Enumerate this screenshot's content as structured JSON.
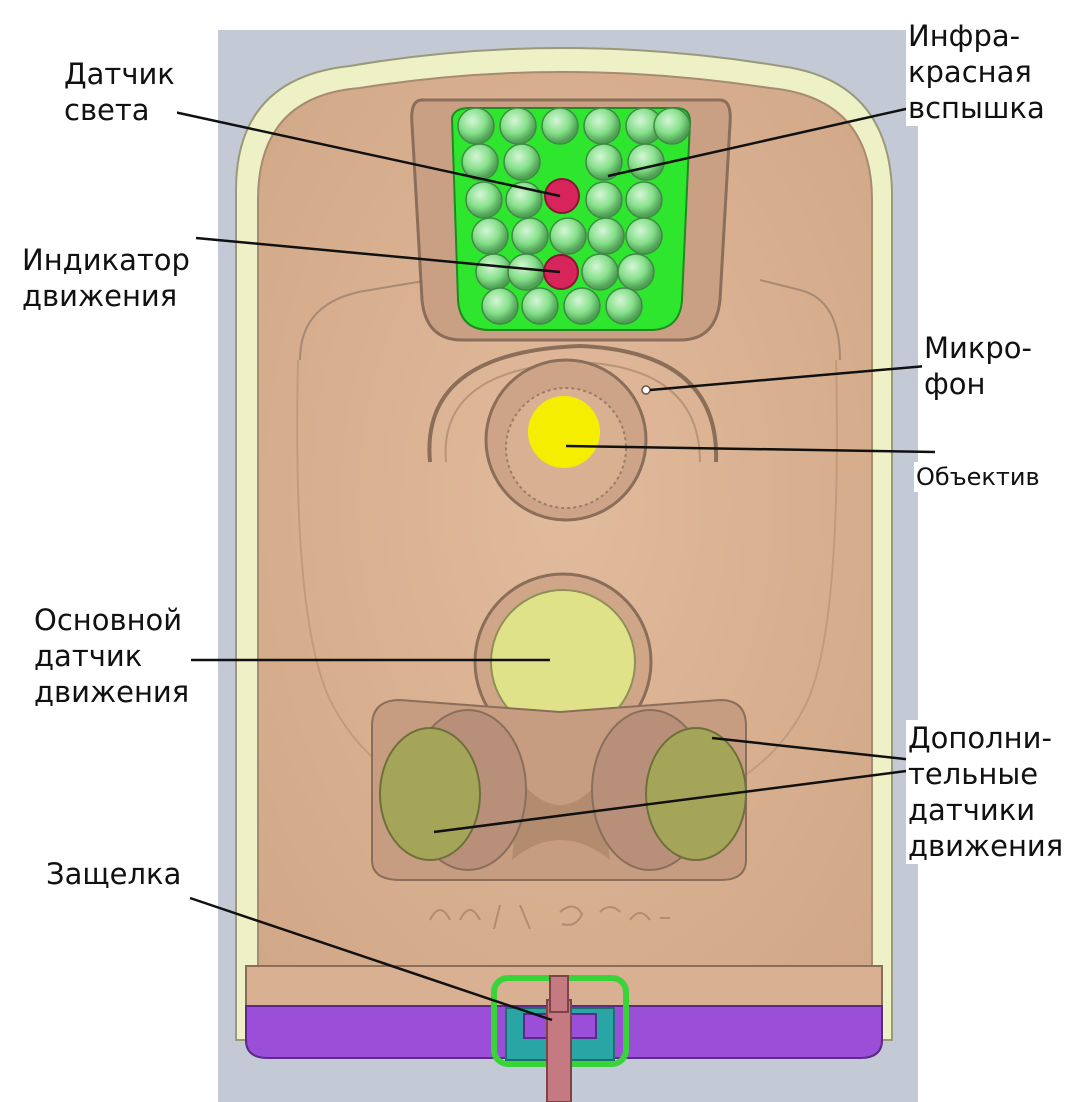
{
  "title": "",
  "labels": {
    "light_sensor": "Датчик\nсвета",
    "motion_indicator": "Индикатор\nдвижения",
    "ir_flash": "Инфра-\nкрасная\nвспышка",
    "microphone": "Микро-\nфон",
    "lens": "Объектив",
    "main_motion_sensor": "Основной\nдатчик\nдвижения",
    "extra_motion_sensors": "Дополни-\nтельные\nдатчики\nдвижения",
    "latch": "Защелка"
  },
  "colors": {
    "body": "#ddb393",
    "body_shadow": "#a88a72",
    "frame": "#eef0c6",
    "background_panel": "#c3cad6",
    "led_field": "#2fe62f",
    "led": "#86e08a",
    "red_dot": "#d7245a",
    "lens": "#f5ee00",
    "main_sensor": "#e0e28a",
    "side_sensor": "#a5a55a",
    "base_strip": "#9b4fd8",
    "latch_green": "#39d43a",
    "latch_teal": "#2aa5a5",
    "latch_stem": "#c47a80"
  }
}
